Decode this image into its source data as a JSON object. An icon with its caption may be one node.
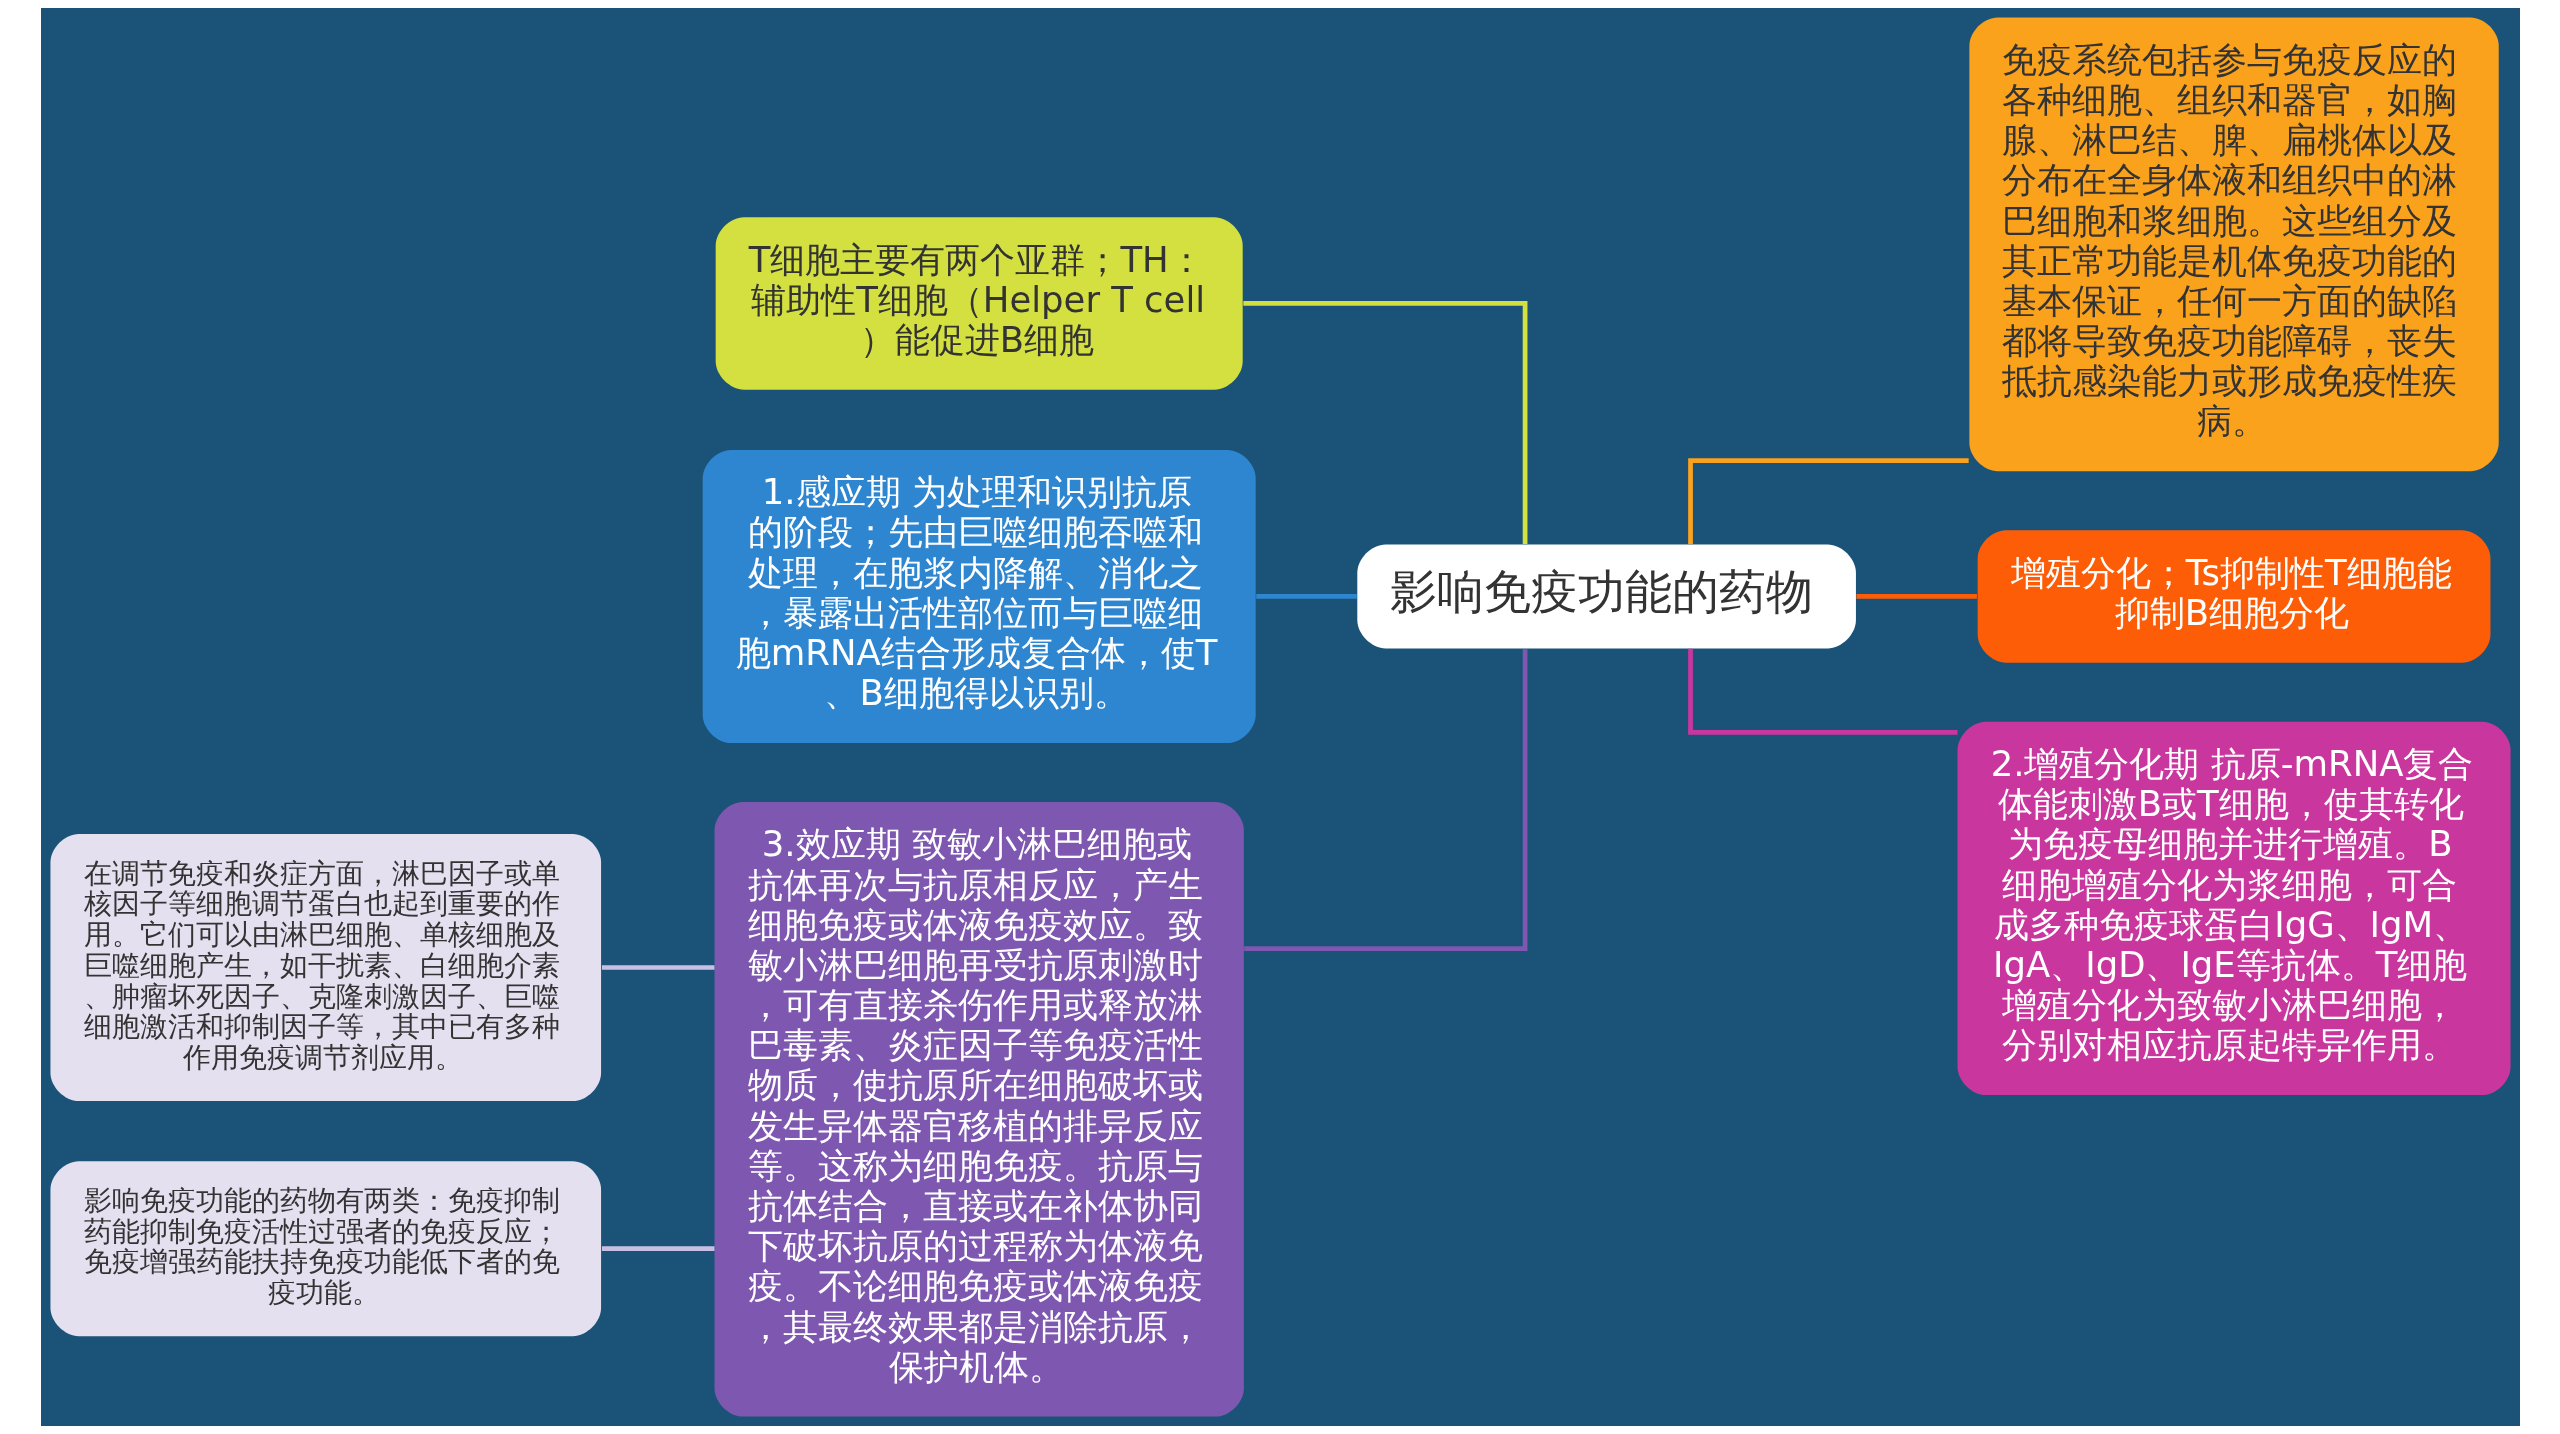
{
  "diagram": {
    "nodes": [
      {
        "text": [
          "影响免疫功能的药物"
        ]
      },
      {
        "text": [
          "T细胞主要有两个亚群；TH：辅助性T细胞（Helper T cell）能促进B细胞"
        ]
      },
      {
        "text": [
          "1.感应期 为处理和识别抗原的阶段；先由巨噬细胞吞噬和处理，在胞浆内降解、消化之，暴露出活性部位而与巨噬细胞mRNA结合形成复合体，使T、B细胞得以识别。"
        ]
      },
      {
        "text": [
          "3.效应期 致敏小淋巴细胞或抗体再次与抗原相反应，产生细胞免疫或体液免疫效应。致敏小淋巴细胞再受抗原刺激时，可有直接杀伤作用或释放淋巴毒素、炎症因子等免疫活性物质，使抗原所在细胞破坏或发生异体器官移植的排异反应等。这称为细胞免疫。抗原与抗体结合，直接或在补体协同下破坏抗原的过程称为体液免疫。不论细胞免疫或体液免疫，其最终效果都是消除抗原，保护机体。"
        ]
      },
      {
        "text": [
          "在调节免疫和炎症方面，淋巴因子或单核因子等细胞调节蛋白也起到重要的作用。它们可以由淋巴细胞、单核细胞及巨噬细胞产生，如干扰素、白细胞介素、肿瘤坏死因子、克隆刺激因子、巨噬细胞激活和抑制因子等，其中已有多种作用免疫调节剂应用。"
        ]
      },
      {
        "text": [
          "影响免疫功能的药物有两类：免疫抑制药能抑制免疫活性过强者的免疫反应；免疫增强药能扶持免疫功能低下者的免疫功能。"
        ]
      },
      {
        "text": [
          "免疫系统包括参与免疫反应的各种细胞、组织和器官，如胸腺、淋巴结、脾、扁桃体以及分布在全身体液和组织中的淋巴细胞和浆细胞。这些组分及其正常功能是机体免疫功能的基本保证，任何一方面的缺陷都将导致免疫功能障碍，丧失抵抗感染能力或形成免疫性疾病。"
        ]
      },
      {
        "text": [
          "增殖分化；Ts抑制性T细胞能抑制B细胞分化"
        ]
      },
      {
        "text": [
          "2.增殖分化期 抗原-mRNA复合体能刺激B或T细胞，使其转化为免疫母细胞并进行增殖。B细胞增殖分化为浆细胞，可合成多种免疫球蛋白IgG、IgM、IgA、IgD、IgE等抗体。T细胞增殖分化为致敏小淋巴细胞，分别对相应抗原起特异作用。"
        ]
      }
    ],
    "edges": [
      {
        "from": 1,
        "to": 0,
        "arrow": "none",
        "color": "#d4e03f"
      },
      {
        "from": 2,
        "to": 0,
        "arrow": "none",
        "color": "#2f86d0"
      },
      {
        "from": 3,
        "to": 0,
        "arrow": "none",
        "color": "#7e57b0"
      },
      {
        "from": 4,
        "to": 3,
        "arrow": "none",
        "color": "#c8bfe4"
      },
      {
        "from": 5,
        "to": 3,
        "arrow": "none",
        "color": "#c8bfe4"
      },
      {
        "from": 0,
        "to": 6,
        "arrow": "none",
        "color": "#fba21c"
      },
      {
        "from": 0,
        "to": 7,
        "arrow": "none",
        "color": "#fe5d08"
      },
      {
        "from": 0,
        "to": 8,
        "arrow": "none",
        "color": "#c9379e"
      }
    ]
  }
}
